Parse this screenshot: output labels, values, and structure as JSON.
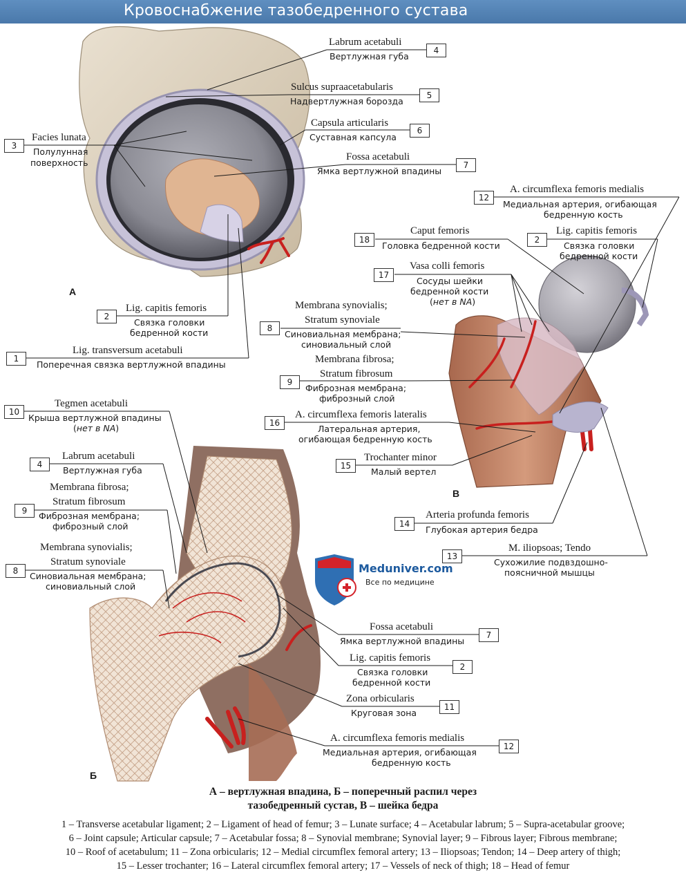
{
  "title": "Кровоснабжение тазобедренного сустава",
  "panels": {
    "a": "А",
    "b": "Б",
    "v": "В"
  },
  "labels": {
    "l4a_lat": "Labrum acetabuli",
    "l4a_ru": "Вертлужная губа",
    "l4a_num": "4",
    "l5_lat": "Sulcus supraacetabularis",
    "l5_ru": "Надвертлужная борозда",
    "l5_num": "5",
    "l3_lat": "Facies lunata",
    "l3_ru1": "Полулунная",
    "l3_ru2": "поверхность",
    "l3_num": "3",
    "l6_lat": "Capsula articularis",
    "l6_ru": "Суставная капсула",
    "l6_num": "6",
    "l7a_lat": "Fossa acetabuli",
    "l7a_ru": "Ямка вертлужной впадины",
    "l7a_num": "7",
    "l2a_lat": "Lig. capitis femoris",
    "l2a_ru1": "Связка головки",
    "l2a_ru2": "бедренной кости",
    "l2a_num": "2",
    "l1_lat": "Lig. transversum acetabuli",
    "l1_ru": "Поперечная связка вертлужной впадины",
    "l1_num": "1",
    "l12v_lat": "A. circumflexa femoris medialis",
    "l12v_ru1": "Медиальная артерия, огибающая",
    "l12v_ru2": "бедренную кость",
    "l12v_num": "12",
    "l18_lat": "Caput femoris",
    "l18_ru": "Головка бедренной кости",
    "l18_num": "18",
    "l2v_lat": "Lig. capitis femoris",
    "l2v_ru1": "Связка головки",
    "l2v_ru2": "бедренной кости",
    "l2v_num": "2",
    "l17_lat": "Vasa colli femoris",
    "l17_ru1": "Сосуды шейки",
    "l17_ru2": "бедренной кости",
    "l17_ru3a": "(",
    "l17_ru3b": "нет в NA",
    "l17_ru3c": ")",
    "l17_num": "17",
    "l8v_lat1": "Membrana synovialis;",
    "l8v_lat2": "Stratum synoviale",
    "l8v_ru1": "Синовиальная мембрана;",
    "l8v_ru2": "синовиальный слой",
    "l8v_num": "8",
    "l9v_lat1": "Membrana fibrosa;",
    "l9v_lat2": "Stratum fibrosum",
    "l9v_ru1": "Фиброзная мембрана;",
    "l9v_ru2": "фиброзный слой",
    "l9v_num": "9",
    "l16_lat": "A. circumflexa femoris lateralis",
    "l16_ru1": "Латеральная артерия,",
    "l16_ru2": "огибающая бедренную кость",
    "l16_num": "16",
    "l15_lat": "Trochanter minor",
    "l15_ru": "Малый вертел",
    "l15_num": "15",
    "l14_lat": "Arteria profunda femoris",
    "l14_ru": "Глубокая артерия бедра",
    "l14_num": "14",
    "l13_lat": "M. iliopsoas; Tendo",
    "l13_ru1": "Сухожилие подвздошно-",
    "l13_ru2": "поясничной мышцы",
    "l13_num": "13",
    "l10_lat": "Tegmen acetabuli",
    "l10_ru1": "Крыша вертлужной впадины",
    "l10_ru2a": "(",
    "l10_ru2b": "нет в NA",
    "l10_ru2c": ")",
    "l10_num": "10",
    "l4b_lat": "Labrum acetabuli",
    "l4b_ru": "Вертлужная губа",
    "l4b_num": "4",
    "l9b_lat1": "Membrana fibrosa;",
    "l9b_lat2": "Stratum fibrosum",
    "l9b_ru1": "Фиброзная мембрана;",
    "l9b_ru2": "фиброзный слой",
    "l9b_num": "9",
    "l8b_lat1": "Membrana synovialis;",
    "l8b_lat2": "Stratum synoviale",
    "l8b_ru1": "Синовиальная мембрана;",
    "l8b_ru2": "синовиальный слой",
    "l8b_num": "8",
    "l7b_lat": "Fossa acetabuli",
    "l7b_ru": "Ямка вертлужной впадины",
    "l7b_num": "7",
    "l2b_lat": "Lig. capitis femoris",
    "l2b_ru1": "Связка головки",
    "l2b_ru2": "бедренной кости",
    "l2b_num": "2",
    "l11_lat": "Zona orbicularis",
    "l11_ru": "Круговая зона",
    "l11_num": "11",
    "l12b_lat": "A. circumflexa femoris medialis",
    "l12b_ru1": "Медиальная артерия, огибающая",
    "l12b_ru2": "бедренную кость",
    "l12b_num": "12"
  },
  "logo": {
    "name": "Meduniver.com",
    "tagline": "Все по медицине"
  },
  "caption": {
    "line1": "А – вертлужная впадина, Б – поперечный распил через",
    "line2": "тазобедренный сустав, В – шейка бедра"
  },
  "legend": {
    "line1": "1 – Transverse acetabular ligament; 2 – Ligament of head of femur; 3 – Lunate surface; 4 – Acetabular labrum; 5 – Supra-acetabular groove;",
    "line2": "6 – Joint capsule; Articular capsule; 7 – Acetabular fossa; 8 – Synovial membrane; Synovial layer; 9 – Fibrous layer; Fibrous membrane;",
    "line3": "10 – Roof of acetabulum; 11 – Zona orbicularis; 12 – Medial circumflex femoral artery; 13 – Iliopsoas; Tendon; 14 – Deep artery of thigh;",
    "line4": "15 – Lesser trochanter; 16 – Lateral circumflex femoral artery; 17 – Vessels of neck of thigh; 18 – Head of femur"
  },
  "colors": {
    "title_bar": "#4a78aa",
    "artery": "#c8201e",
    "bone": "#c98a6b",
    "cartilage": "#8e8e96",
    "capsule": "#b9b6cc"
  }
}
